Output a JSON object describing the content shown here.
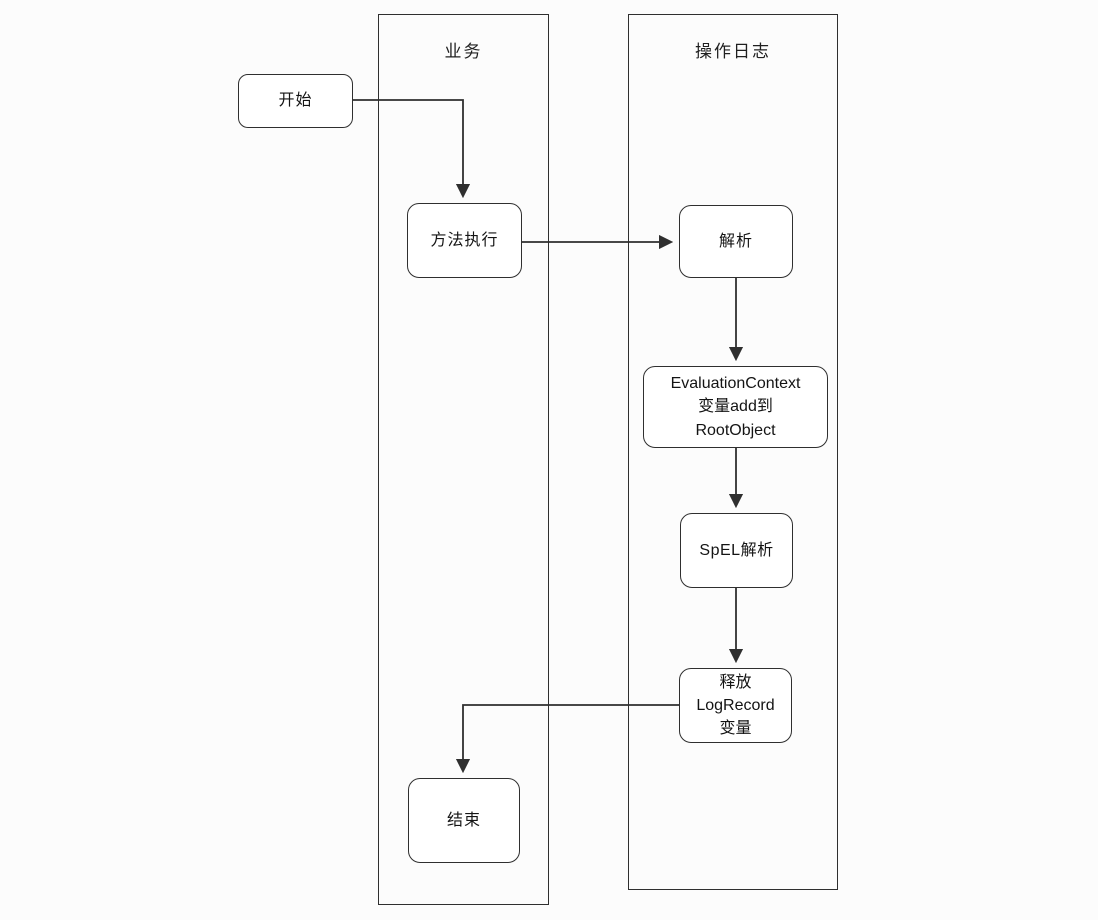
{
  "lanes": [
    {
      "id": "business",
      "label": "业务"
    },
    {
      "id": "operation_log",
      "label": "操作日志"
    }
  ],
  "nodes": {
    "start": {
      "label": "开始"
    },
    "method": {
      "label": "方法执行"
    },
    "parse": {
      "label": "解析"
    },
    "eval": {
      "label": "EvaluationContext\n变量add到\nRootObject"
    },
    "spel": {
      "label": "SpEL解析"
    },
    "release": {
      "label": "释放\nLogRecord\n变量"
    },
    "end": {
      "label": "结束"
    }
  },
  "edges": [
    {
      "from": "start",
      "to": "method"
    },
    {
      "from": "method",
      "to": "parse"
    },
    {
      "from": "parse",
      "to": "eval"
    },
    {
      "from": "eval",
      "to": "spel"
    },
    {
      "from": "spel",
      "to": "release"
    },
    {
      "from": "release",
      "to": "end"
    }
  ],
  "colors": {
    "stroke": "#2f2f2f",
    "node_fill": "#ffffff",
    "background": "#fcfcfc"
  }
}
